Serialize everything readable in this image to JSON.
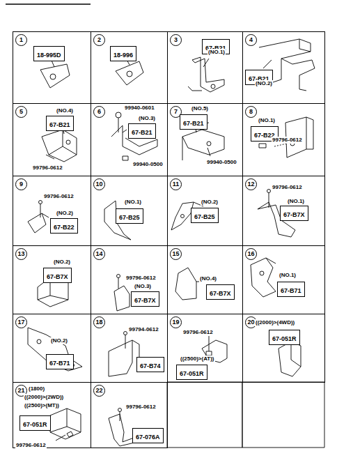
{
  "diagram": {
    "nodes": [
      {
        "text": [
          "1"
        ]
      },
      {
        "text": [
          "18-995D"
        ],
        "in": 0
      },
      {
        "text": [
          "2"
        ]
      },
      {
        "text": [
          "18-996"
        ],
        "in": 2
      },
      {
        "text": [
          "3"
        ]
      },
      {
        "text": [
          "67-B21"
        ],
        "in": 4
      },
      {
        "text": [
          "4"
        ]
      },
      {
        "text": [
          "67-B21"
        ],
        "in": 6
      },
      {
        "text": [
          "5"
        ]
      },
      {
        "text": [
          "67-B21"
        ],
        "in": 8
      },
      {
        "text": [
          "6"
        ]
      },
      {
        "text": [
          "67-B21"
        ],
        "in": 10
      },
      {
        "text": [
          "7"
        ]
      },
      {
        "text": [
          "67-B21"
        ],
        "in": 12
      },
      {
        "text": [
          "8"
        ]
      },
      {
        "text": [
          "67-B22"
        ],
        "in": 14
      },
      {
        "text": [
          "9"
        ]
      },
      {
        "text": [
          "67-B22"
        ],
        "in": 16
      },
      {
        "text": [
          "10"
        ]
      },
      {
        "text": [
          "67-B25"
        ],
        "in": 18
      },
      {
        "text": [
          "11"
        ]
      },
      {
        "text": [
          "67-B25"
        ],
        "in": 20
      },
      {
        "text": [
          "12"
        ]
      },
      {
        "text": [
          "67-B7X"
        ],
        "in": 22
      },
      {
        "text": [
          "13"
        ]
      },
      {
        "text": [
          "67-B7X"
        ],
        "in": 24
      },
      {
        "text": [
          "14"
        ]
      },
      {
        "text": [
          "67-B7X"
        ],
        "in": 26
      },
      {
        "text": [
          "15"
        ]
      },
      {
        "text": [
          "67-B7X"
        ],
        "in": 28
      },
      {
        "text": [
          "16"
        ]
      },
      {
        "text": [
          "67-B71"
        ],
        "in": 30
      },
      {
        "text": [
          "17"
        ]
      },
      {
        "text": [
          "67-B71"
        ],
        "in": 32
      },
      {
        "text": [
          "18"
        ]
      },
      {
        "text": [
          "67-B74"
        ],
        "in": 34
      },
      {
        "text": [
          "19"
        ]
      },
      {
        "text": [
          "67-051R"
        ],
        "in": 36
      },
      {
        "text": [
          "20"
        ]
      },
      {
        "text": [
          "67-051R"
        ],
        "in": 38
      },
      {
        "text": [
          "21"
        ]
      },
      {
        "text": [
          "67-051R"
        ],
        "in": 40
      },
      {
        "text": [
          "22"
        ]
      },
      {
        "text": [
          "67-076A"
        ],
        "in": 42
      }
    ],
    "labels": [
      "(NO.1)",
      "(NO.2)",
      "(NO.4)",
      "99796-0612",
      "99940-0601",
      "(NO.3)",
      "99940-0500",
      "(NO.5)",
      "99940-0500",
      "(NO.1)",
      "99796-0612",
      "99796-0612",
      "(NO.2)",
      "(NO.1)",
      "(NO.2)",
      "99796-0612",
      "(NO.1)",
      "(NO.2)",
      "99796-0612",
      "(NO.3)",
      "(NO.4)",
      "(NO.1)",
      "(NO.2)",
      "99794-0612",
      "99796-0612",
      "((2500)>(AT))",
      "((2000)>(4WD))",
      "(1800)",
      "((2000)>(2WD))",
      "((2500)>(MT))",
      "99796-0612",
      "99796-0612"
    ]
  }
}
